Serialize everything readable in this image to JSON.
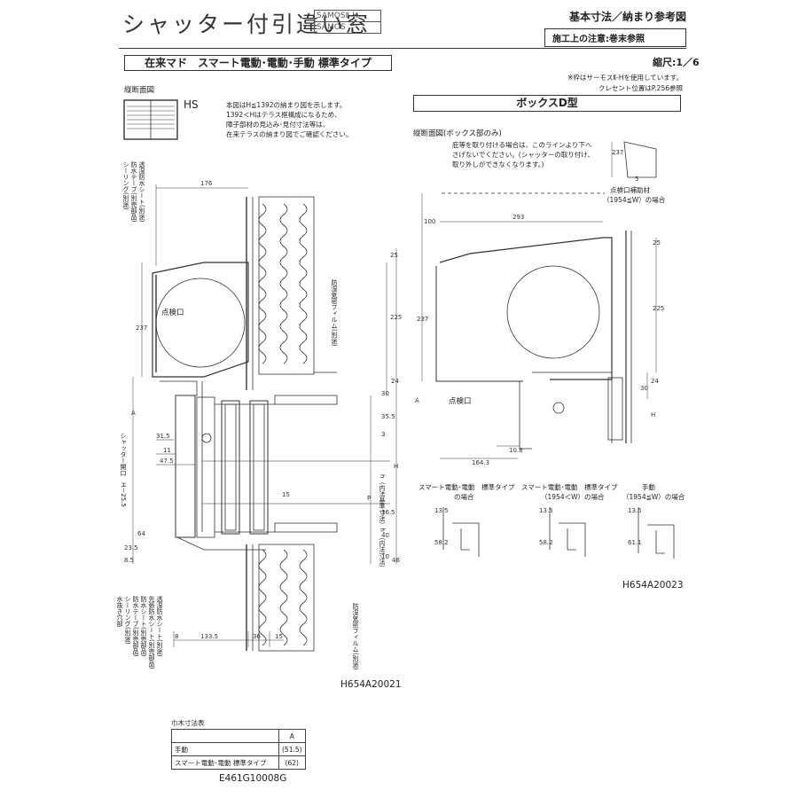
{
  "header": {
    "title": "シャッター付引違い窓",
    "brand_1": "SAMOSⅡ-H",
    "brand_2": "SAMOS",
    "right_title": "基本寸法／納まり参考図",
    "right_note": "施工上の注意:巻末参照",
    "type_box": "在来マド　スマート電動･電動･手動 標準タイプ",
    "scale": "縮尺:1／6",
    "note_1": "※枠はサーモスⅡ-Hを使用しています。",
    "note_2": "クレセント位置はP.256参照"
  },
  "left_panel": {
    "section_title": "縦断面図",
    "hs_label": "HS",
    "desc_lines": [
      "本図はH≦1392の納まり図を示します。",
      "1392＜Hはテラス框構成になるため、",
      "障子部材の見込み･見付寸法等は、",
      "在来テラスの納まり図でご確認ください。"
    ],
    "inspection_label": "点検口",
    "dims": {
      "d176": "176",
      "d25": "25",
      "d225": "225",
      "d237": "237",
      "d30": "30",
      "d24": "24",
      "d35_5": "35.5",
      "d3": "3",
      "d31_5": "31.5",
      "d11": "11",
      "d47_5": "47.5",
      "d15": "15",
      "d36_5": "36.5",
      "d40": "40",
      "d10": "10",
      "d48": "48",
      "d64": "64",
      "d23_5": "23.5",
      "d8_5": "8.5",
      "d8": "8",
      "d133_5": "133.5",
      "d36": "36",
      "dA": "A",
      "dH": "H",
      "dP": "P",
      "opening_label": "シャッター開口　H－25.5",
      "inner_label": "h（内法基準寸法）h'（内法寸法）"
    },
    "callouts_top": [
      "シーリング(別途)",
      "防水テープ(別売部品)",
      "透湿防水シート(別途)"
    ],
    "film_label_top": "防湿気密フィルム(別途)",
    "callouts_bottom": [
      "水抜き穴部",
      "シーリング(別途)",
      "防水テープ(別売部品)",
      "防水シート(別売部品)",
      "先張防水シート(別売部品)",
      "透湿防水シート(別途)"
    ],
    "film_label_bottom": "防湿気密フィルム(別途)",
    "code": "H654A20021"
  },
  "right_panel": {
    "box_title": "ボックスD型",
    "section_title": "縦断面図(ボックス部のみ)",
    "note_lines": [
      "庇等を取り付ける場合は、このラインより下へ",
      "さげないでください。(シャッターの取り付け、",
      "取り外しができなくなります。)"
    ],
    "aux_label_1": "点検口補助材",
    "aux_label_2": "（1954≦W）の場合",
    "inspection_label": "点検口",
    "dims": {
      "d237a": "237",
      "d5": "5",
      "d100": "100",
      "d293": "293",
      "d25": "25",
      "d225": "225",
      "d237": "237",
      "d30": "30",
      "d24": "24",
      "d10_8": "10.8",
      "d164_3": "164.3",
      "dA": "A",
      "dH": "H"
    },
    "variants": [
      {
        "title_1": "スマート電動･電動　標準タイプ",
        "title_2": "の場合",
        "d1": "13.5",
        "d2": "58.2"
      },
      {
        "title_1": "スマート電動･電動　標準タイプ",
        "title_2": "（1954＜W）の場合",
        "d1": "13.5",
        "d2": "58.2"
      },
      {
        "title_1": "手動",
        "title_2": "（1954≦W）の場合",
        "d1": "13.5",
        "d2": "61.1"
      }
    ],
    "code": "H654A20023"
  },
  "table": {
    "title": "巾木寸法表",
    "col_header": "A",
    "rows": [
      {
        "label": "手動",
        "value": "(51.5)"
      },
      {
        "label": "スマート電動･電動 標準タイプ",
        "value": "(62)"
      }
    ],
    "code": "E461G10008G"
  }
}
